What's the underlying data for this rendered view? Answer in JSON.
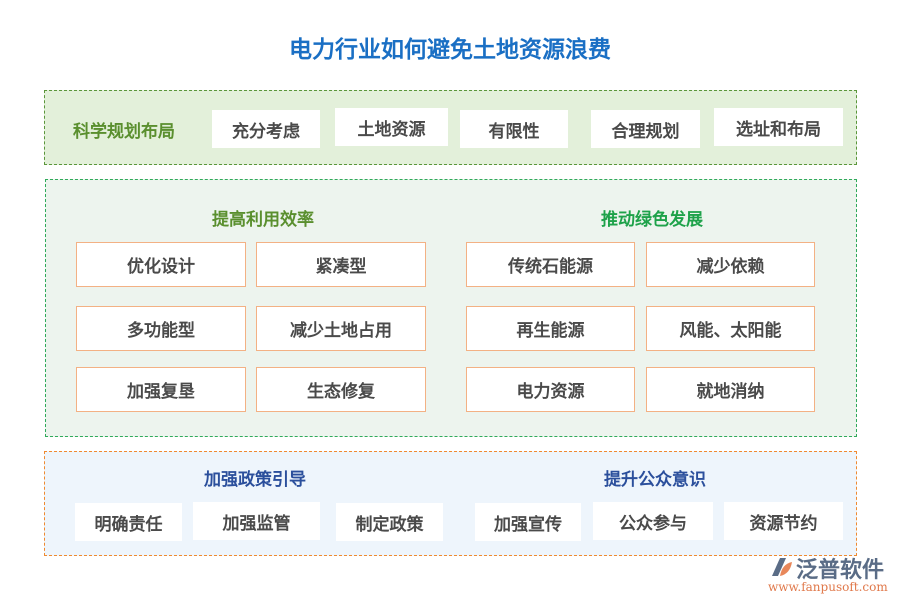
{
  "title": "电力行业如何避免土地资源浪费",
  "section1": {
    "label": "科学规划布局",
    "items": [
      "充分考虑",
      "土地资源",
      "有限性",
      "合理规划",
      "选址和布局"
    ]
  },
  "section2": {
    "left": {
      "heading": "提高利用效率",
      "items": [
        "优化设计",
        "紧凑型",
        "多功能型",
        "减少土地占用",
        "加强复垦",
        "生态修复"
      ]
    },
    "right": {
      "heading": "推动绿色发展",
      "items": [
        "传统石能源",
        "减少依赖",
        "再生能源",
        "风能、太阳能",
        "电力资源",
        "就地消纳"
      ]
    }
  },
  "section3": {
    "left": {
      "heading": "加强政策引导",
      "items": [
        "明确责任",
        "加强监管",
        "制定政策"
      ]
    },
    "right": {
      "heading": "提升公众意识",
      "items": [
        "加强宣传",
        "公众参与",
        "资源节约"
      ]
    }
  },
  "logo": {
    "name": "泛普软件",
    "url": "www.fanpusoft.com"
  },
  "colors": {
    "title": "#1a6fc4",
    "green_heading": "#5a8f2e",
    "bright_green": "#1ea24a",
    "blue_heading": "#2b4f9c",
    "orange_border": "#f08a30"
  }
}
